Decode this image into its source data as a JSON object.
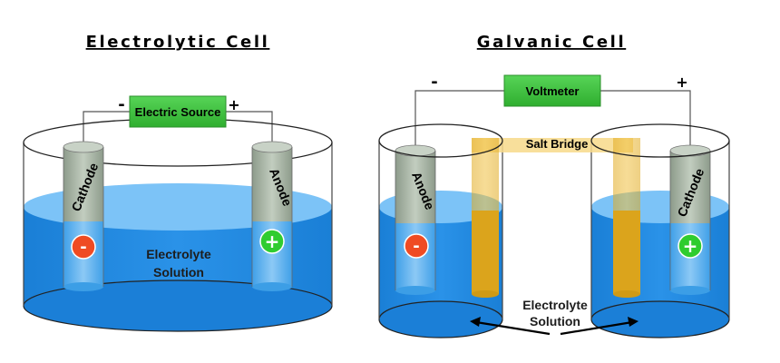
{
  "titles": {
    "electrolytic": "Electrolytic Cell",
    "galvanic": "Galvanic Cell"
  },
  "electrolytic_cell": {
    "source_label": "Electric Source",
    "minus_sign": "-",
    "plus_sign": "+",
    "left_electrode": "Cathode",
    "right_electrode": "Anode",
    "left_charge": "-",
    "right_charge": "+",
    "solution_line1": "Electrolyte",
    "solution_line2": "Solution"
  },
  "galvanic_cell": {
    "meter_label": "Voltmeter",
    "minus_sign": "-",
    "plus_sign": "+",
    "salt_bridge_label": "Salt Bridge",
    "left_electrode": "Anode",
    "right_electrode": "Cathode",
    "left_charge": "-",
    "right_charge": "+",
    "solution_line1": "Electrolyte",
    "solution_line2": "Solution"
  },
  "colors": {
    "water": "#1e88e2",
    "water_surface": "#77c0f8",
    "box_green": "#3fc33f",
    "electrode": "#9fae9e",
    "salt_bridge": "#e8b733",
    "negative": "#ef4b23",
    "positive": "#2fcc2f"
  }
}
